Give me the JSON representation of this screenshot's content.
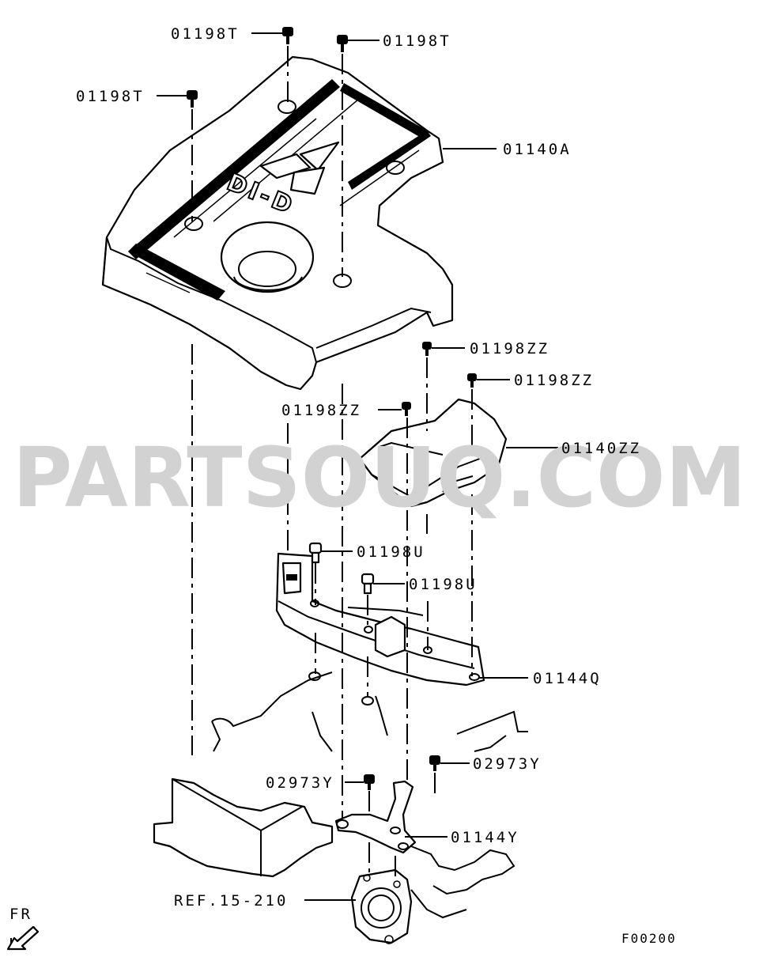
{
  "watermark": "PARTSOUQ.COM",
  "labels": {
    "bolt_t_top": "01198T",
    "bolt_t_right": "01198T",
    "bolt_t_left": "01198T",
    "engine_cover": "01140A",
    "bolt_zz_1": "01198ZZ",
    "bolt_zz_2": "01198ZZ",
    "bolt_zz_3": "01198ZZ",
    "cover_zz": "01140ZZ",
    "bolt_u_1": "01198U",
    "bolt_u_2": "01198U",
    "bracket_q": "01144Q",
    "bolt_y_right": "02973Y",
    "bolt_y_left": "02973Y",
    "bracket_y": "01144Y",
    "ref": "REF.15-210",
    "front": "FR",
    "figure_code": "F00200"
  },
  "cover_logo_text": "DI-D"
}
